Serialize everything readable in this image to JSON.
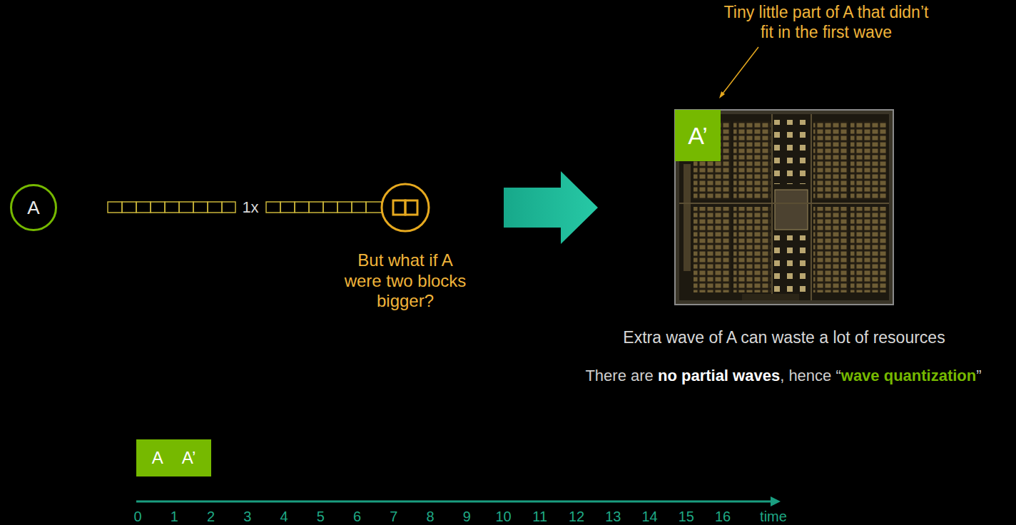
{
  "diagram": {
    "nodes": [
      {
        "text": [
          "A"
        ]
      },
      {
        "text": [
          "A’"
        ]
      },
      {
        "text": [
          "A",
          "A’"
        ]
      }
    ],
    "labels": [
      "Tiny little part of A that didn’t fit in the first wave",
      "1x",
      "But what if A were two blocks bigger?",
      "Extra wave of A can waste a lot of resources",
      "There are",
      "no partial waves",
      ", hence “",
      "wave quantization",
      "”",
      "0",
      "1",
      "2",
      "3",
      "4",
      "5",
      "6",
      "7",
      "8",
      "9",
      "10",
      "11",
      "12",
      "13",
      "14",
      "15",
      "16",
      "time"
    ]
  }
}
